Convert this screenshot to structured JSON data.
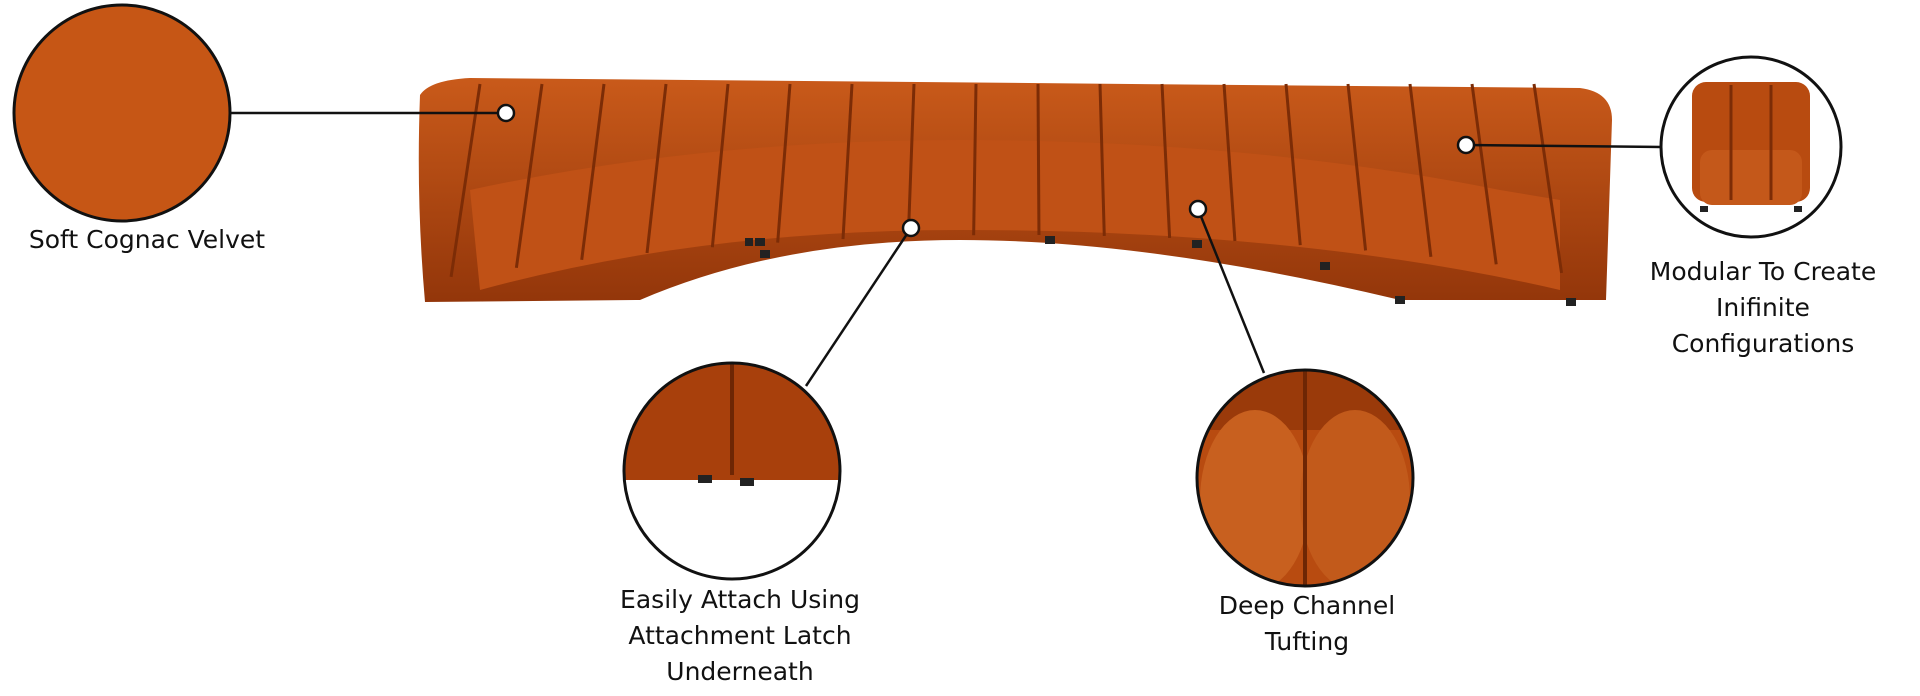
{
  "colors": {
    "velvet": "#b4480f",
    "velvet_dark": "#8a3208",
    "velvet_light": "#d0641f",
    "line": "#111111"
  },
  "callouts": [
    {
      "lines": [
        "Soft Cognac Velvet"
      ]
    },
    {
      "lines": [
        "Modular To Create",
        "Inifinite",
        "Configurations"
      ]
    },
    {
      "lines": [
        "Easily Attach Using",
        "Attachment Latch",
        "Underneath"
      ]
    },
    {
      "lines": [
        "Deep Channel",
        "Tufting"
      ]
    }
  ]
}
